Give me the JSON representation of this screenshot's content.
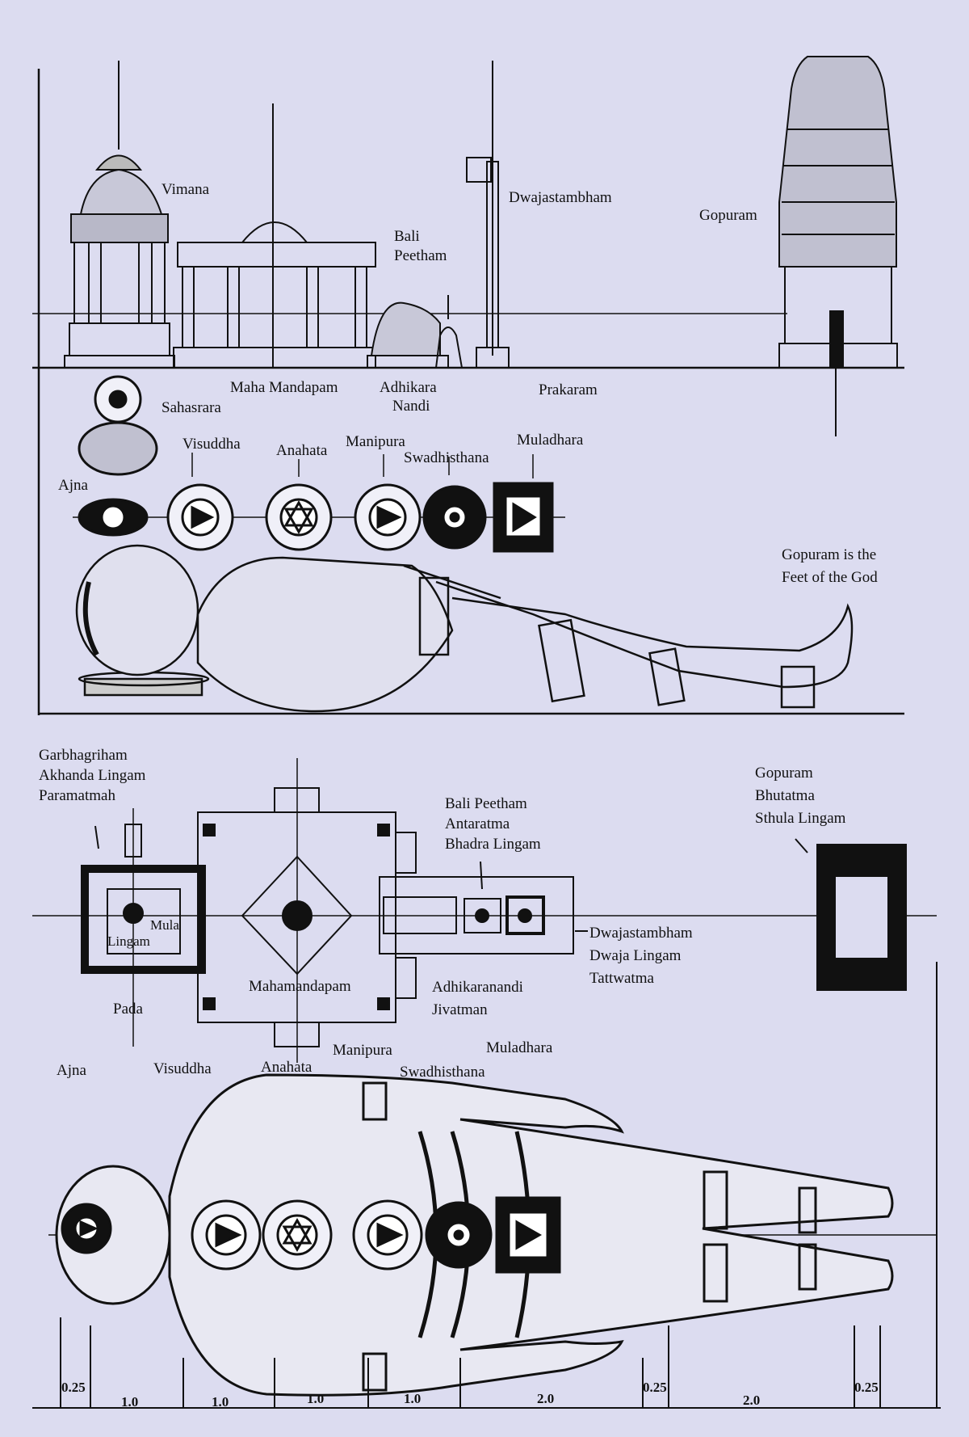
{
  "elevation": {
    "vimana": "Vimana",
    "dwajastambham": "Dwajastambham",
    "gopuram": "Gopuram",
    "bali_peetham_line1": "Bali",
    "bali_peetham_line2": "Peetham",
    "maha_mandapam": "Maha Mandapam",
    "adhikara_nandi_line1": "Adhikara",
    "adhikara_nandi_line2": "Nandi",
    "prakaram": "Prakaram"
  },
  "chakras_side": {
    "sahasrara": "Sahasrara",
    "ajna": "Ajna",
    "visuddha": "Visuddha",
    "anahata": "Anahata",
    "manipura": "Manipura",
    "swadhisthana": "Swadhisthana",
    "muladhara": "Muladhara",
    "gopuram_feet_line1": "Gopuram is the",
    "gopuram_feet_line2": "Feet of the God"
  },
  "plan": {
    "garbhagriham": "Garbhagriham",
    "akhanda_lingam": "Akhanda Lingam",
    "paramatmah": "Paramatmah",
    "moola_lingam_line1": "Mula",
    "moola_lingam_line2": "Lingam",
    "pada": "Pada",
    "maha_mandapam": "Mahamandapam",
    "bali_peetham": "Bali Peetham",
    "antaratma": "Antaratma",
    "bhadra_lingam": "Bhadra Lingam",
    "adhikara_nandi": "Adhikaranandi",
    "jivatman": "Jivatman",
    "dwajastambham": "Dwajastambham",
    "dwaja_lingam": "Dwaja Lingam",
    "tattwatma": "Tattwatma",
    "gopuram": "Gopuram",
    "bhutatma": "Bhutatma",
    "sthula_lingam": "Sthula Lingam"
  },
  "chakras_plan": {
    "ajna": "Ajna",
    "visuddha": "Visuddha",
    "anahata": "Anahata",
    "manipura": "Manipura",
    "swadhisthana": "Swadhisthana",
    "muladhara": "Muladhara"
  },
  "scale": {
    "ticks": [
      "0.25",
      "1.0",
      "1.0",
      "1.0",
      "1.0",
      "2.0",
      "0.25",
      "2.0",
      "0.25"
    ]
  },
  "colors": {
    "background": "#dcdcf0",
    "ink": "#111111"
  }
}
